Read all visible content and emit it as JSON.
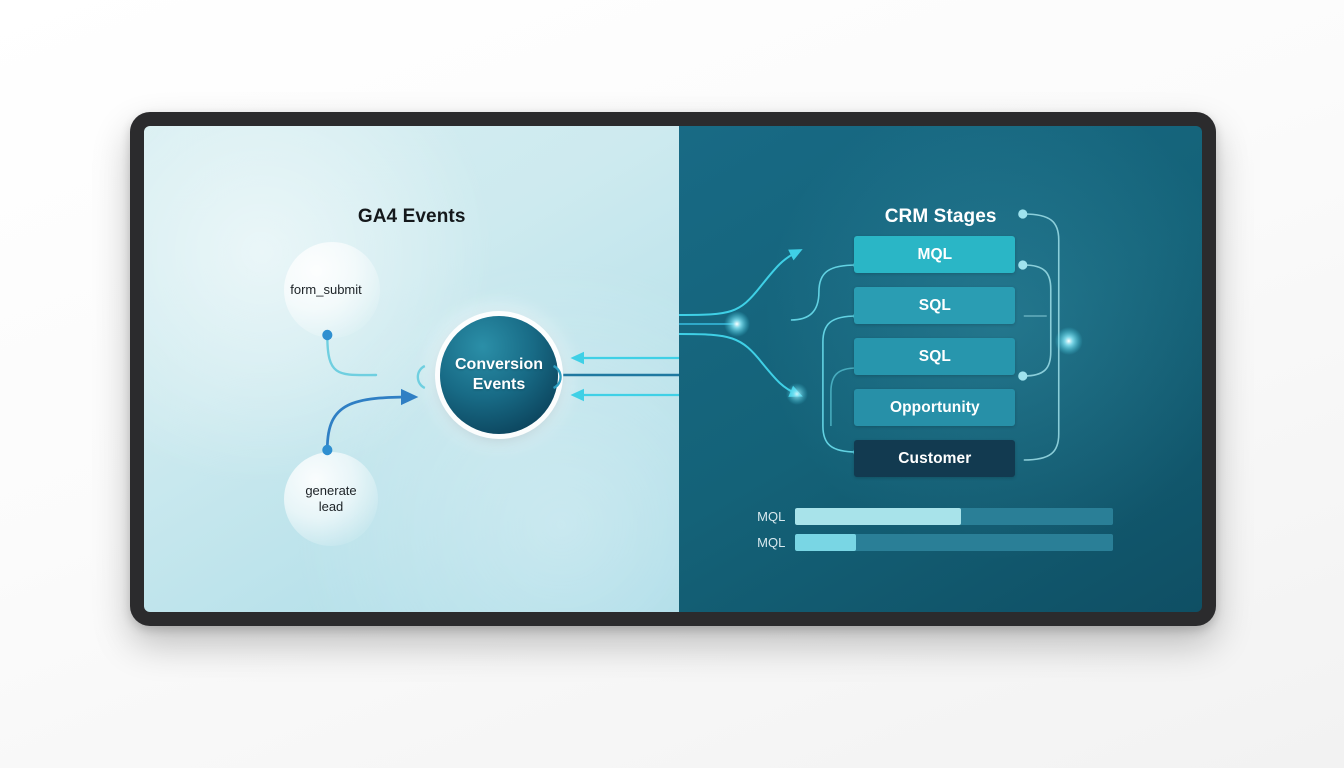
{
  "panels": {
    "left": {
      "title": "GA4 Events",
      "background_color": "#cdeaef",
      "nodes": [
        {
          "id": "form-submit",
          "label": "form_submit"
        },
        {
          "id": "generate-lead",
          "label": "generate\nlead"
        }
      ],
      "hub": {
        "label": "Conversion\nEvents",
        "color": "#186b86"
      }
    },
    "right": {
      "title": "CRM Stages",
      "background_color": "#146278",
      "stages": [
        {
          "id": "mql",
          "label": "MQL",
          "color": "#2ab6c6"
        },
        {
          "id": "sql-1",
          "label": "SQL",
          "color": "#2a9db3"
        },
        {
          "id": "sql-2",
          "label": "SQL",
          "color": "#2796ad"
        },
        {
          "id": "opportunity",
          "label": "Opportunity",
          "color": "#2790a8"
        },
        {
          "id": "customer",
          "label": "Customer",
          "color": "#123a50"
        }
      ],
      "bars": [
        {
          "label": "MQL",
          "percent": 52,
          "fill_color": "#a8e3ea",
          "track_color": "#2a7f97"
        },
        {
          "label": "MQL",
          "percent": 19,
          "fill_color": "#79d6e4",
          "track_color": "#2a7f97"
        }
      ]
    }
  },
  "theme": {
    "accent": "#3fd0e6",
    "frame_color": "#2b2b2d",
    "page_background": "#f4f4f4"
  }
}
